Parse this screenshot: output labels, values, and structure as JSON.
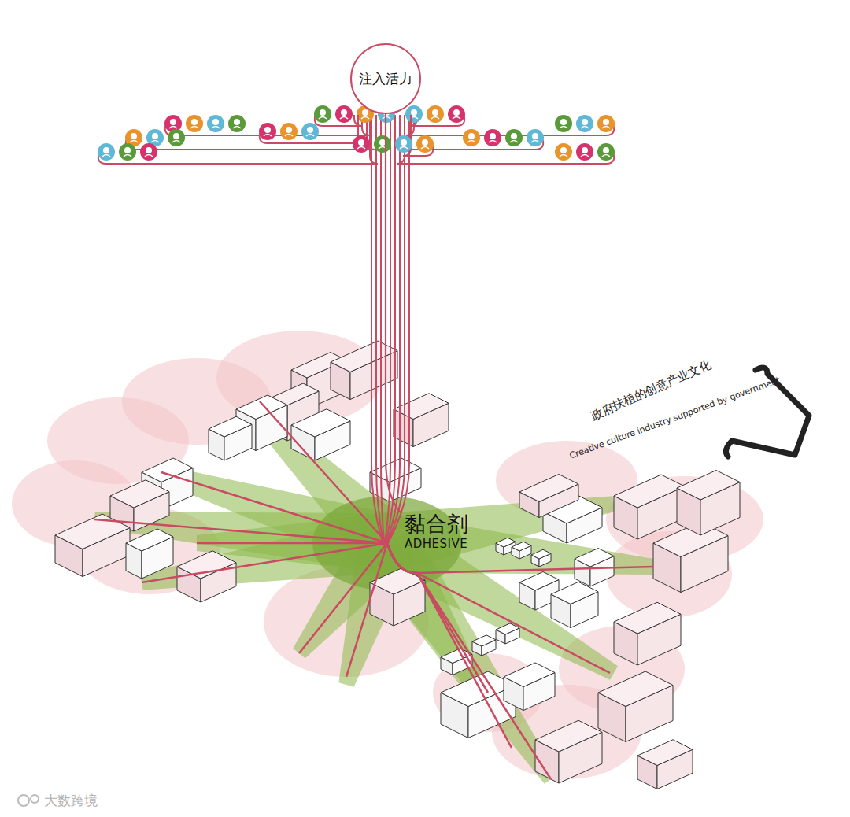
{
  "diagram": {
    "nodes": [
      {
        "text": [
          "注入活力"
        ]
      },
      {
        "text": [
          "黏合剂",
          "ADHESIVE"
        ]
      }
    ],
    "edges": [
      {
        "from": 0,
        "to": 1,
        "arrow": "none"
      }
    ],
    "labels": [
      "政府扶植的创意产业文化",
      "Creative culture industry supported by government",
      "大数跨境"
    ]
  }
}
